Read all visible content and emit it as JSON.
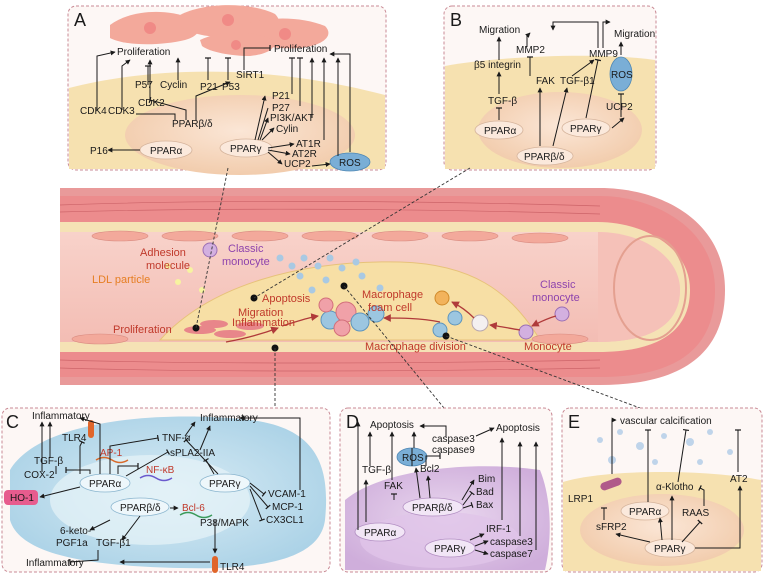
{
  "panel_a": {
    "letter": "A",
    "prolif_left": "Proliferation",
    "prolif_right": "Proliferation",
    "p57": "P57",
    "cyclin": "Cyclin",
    "p21_left": "P21",
    "p53": "P53",
    "sirt1": "SIRT1",
    "cdk4": "CDK4",
    "cdk3": "CDK3",
    "cdk2": "CDK2",
    "ppar_bd": "PPARβ/δ",
    "p21_right": "P21",
    "p27": "P27",
    "pi3k": "PI3K/AKT",
    "cylin": "Cylin",
    "p16": "P16",
    "ppar_a": "PPARα",
    "ppar_g": "PPARγ",
    "at1r": "AT1R",
    "at2r": "AT2R",
    "ucp2": "UCP2",
    "ros": "ROS"
  },
  "panel_b": {
    "letter": "B",
    "migration_left": "Migration",
    "migration_right": "Migration",
    "mmp2": "MMP2",
    "mmp9": "MMP9",
    "b5": "β5 integrin",
    "fak": "FAK",
    "tgfb1": "TGF-β1",
    "ros": "ROS",
    "tgfb": "TGF-β",
    "ucp2": "UCP2",
    "ppar_a": "PPARα",
    "ppar_g": "PPARγ",
    "ppar_bd": "PPARβ/δ"
  },
  "vessel": {
    "adhesion": "Adhesion\nmolecule",
    "classic_monocyte_left": "Classic\nmonocyte",
    "ldl": "LDL particle",
    "apoptosis": "Apoptosis",
    "migration": "Migration",
    "inflammation": "Inflammation",
    "macrophage_foam": "Macrophage\nfoam cell",
    "classic_monocyte_right": "Classic\nmonocyte",
    "proliferation": "Proliferation",
    "macrophage_division": "Macrophage division",
    "monocyte": "Monocyte"
  },
  "panel_c": {
    "letter": "C",
    "inflam_left": "Inflammatory",
    "inflam_mid": "Inflammatory",
    "inflam_bottom": "Inflammatory",
    "tlr4_top": "TLR4",
    "tlr4_bottom": "TLR4",
    "tnfa": "TNF-α",
    "ap1": "AP-1",
    "spla2": "sPLA2-IIA",
    "nfkb": "NF-κB",
    "tgfb": "TGF-β",
    "cox2": "COX-2",
    "ppar_a": "PPARα",
    "ppar_g": "PPARγ",
    "ppar_bd": "PPARβ/δ",
    "bcl6": "Bcl-6",
    "vcam": "VCAM-1",
    "mcp": "MCP-1",
    "cx3": "CX3CL1",
    "ho1": "HO-1",
    "p38": "P38/MAPK",
    "keto": "6-keto-\nPGF1a",
    "tgfb1": "TGF-β1"
  },
  "panel_d": {
    "letter": "D",
    "apoptosis_left": "Apoptosis",
    "apoptosis_right": "Apoptosis",
    "caspase3_top": "caspase3",
    "caspase9": "caspase9",
    "ros": "ROS",
    "bcl2": "Bcl2",
    "tgfb": "TGF-β",
    "bim": "Bim",
    "bad": "Bad",
    "bax": "Bax",
    "fak": "FAK",
    "ppar_bd": "PPARβ/δ",
    "irf1": "IRF-1",
    "ppar_a": "PPARα",
    "ppar_g": "PPARγ",
    "caspase3_bottom": "caspase3",
    "caspase7": "caspase7"
  },
  "panel_e": {
    "letter": "E",
    "calcification": "vascular calcification",
    "lrp1": "LRP1",
    "klotho": "α-Klotho",
    "at2": "AT2",
    "ppar_a": "PPARα",
    "sfrp2": "sFRP2",
    "raas": "RAAS",
    "ppar_g": "PPARγ"
  },
  "colors": {
    "panel_border": "#c98a95",
    "nucleus_fill": "#f6dcc8",
    "vessel_wall": "#e48c8c",
    "vessel_lumen": "#f7c9c3",
    "plaque": "#f4dc9a",
    "ros_fill": "#7aaed6",
    "nfkb_text": "#c0392b",
    "bcl6_text": "#c0392b",
    "monocyte_text": "#8e44ad",
    "ldl_text": "#e67e22",
    "vessel_text": "#c0392b"
  }
}
